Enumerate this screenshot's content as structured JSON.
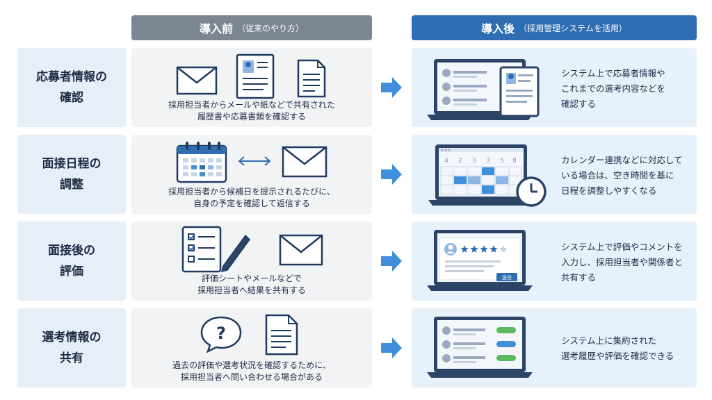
{
  "headers": {
    "before": {
      "title": "導入前",
      "sub": "（従来のやり方）"
    },
    "after": {
      "title": "導入後",
      "sub": "（採用管理システムを活用）"
    }
  },
  "rows": [
    {
      "label": [
        "応募者情報の",
        "確認"
      ],
      "before": [
        "採用担当者からメールや紙などで共有された",
        "履歴書や応募書類を確認する"
      ],
      "after": [
        "システム上で応募者情報や",
        "これまでの選考内容などを",
        "確認する"
      ]
    },
    {
      "label": [
        "面接日程の",
        "調整"
      ],
      "before": [
        "採用担当者から候補日を提示されるたびに、",
        "自身の予定を確認して返信する"
      ],
      "after": [
        "カレンダー連携などに対応して",
        "いる場合は、空き時間を基に",
        "日程を調整しやすくなる"
      ],
      "calendar_days": [
        "4",
        "2",
        "3",
        "3",
        "5",
        "8"
      ]
    },
    {
      "label": [
        "面接後の",
        "評価"
      ],
      "before": [
        "評価シートやメールなどで",
        "採用担当者へ結果を共有する"
      ],
      "after": [
        "システム上で評価やコメントを",
        "入力し、採用担当者や関係者と",
        "共有する"
      ],
      "send_button": "送信",
      "rating": {
        "value": 4,
        "max": 5
      }
    },
    {
      "label": [
        "選考情報の",
        "共有"
      ],
      "before": [
        "過去の評価や選考状況を確認するために、",
        "採用担当者へ問い合わせる場合がある"
      ],
      "after": [
        "システム上に集約された",
        "選考履歴や評価を確認できる"
      ],
      "question_mark": "?"
    }
  ],
  "colors": {
    "accent": "#2f6db2",
    "arrow": "#3f8fdc",
    "before_header": "#7c8592",
    "status_green": "#5cbb5c",
    "status_blue": "#3f8fdc"
  }
}
